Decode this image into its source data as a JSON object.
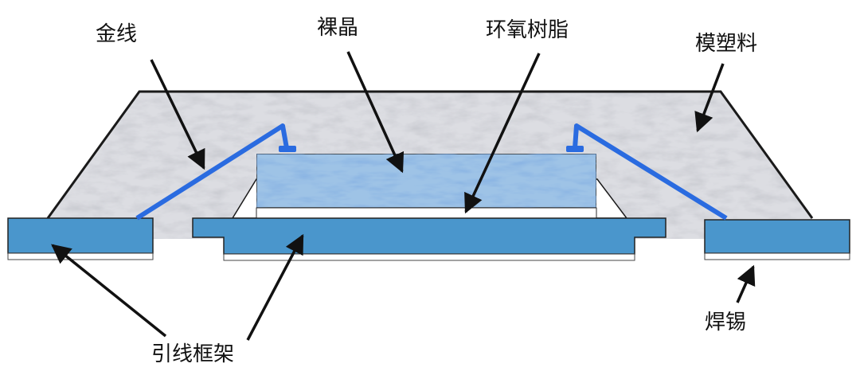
{
  "labels": {
    "gold_wire": "金线",
    "bare_die": "裸晶",
    "epoxy": "环氧树脂",
    "molding_compound": "模塑料",
    "lead_frame": "引线框架",
    "solder": "焊锡"
  },
  "colors": {
    "background": "#ffffff",
    "mold": "#dcdde2",
    "mold_outline": "#1a1a1a",
    "die": "#9ec3e6",
    "lead_frame": "#4a96cc",
    "lead_frame_outline": "#222222",
    "gold_wire": "#2a6be0",
    "arrow": "#111111",
    "solder": "#ffffff"
  }
}
